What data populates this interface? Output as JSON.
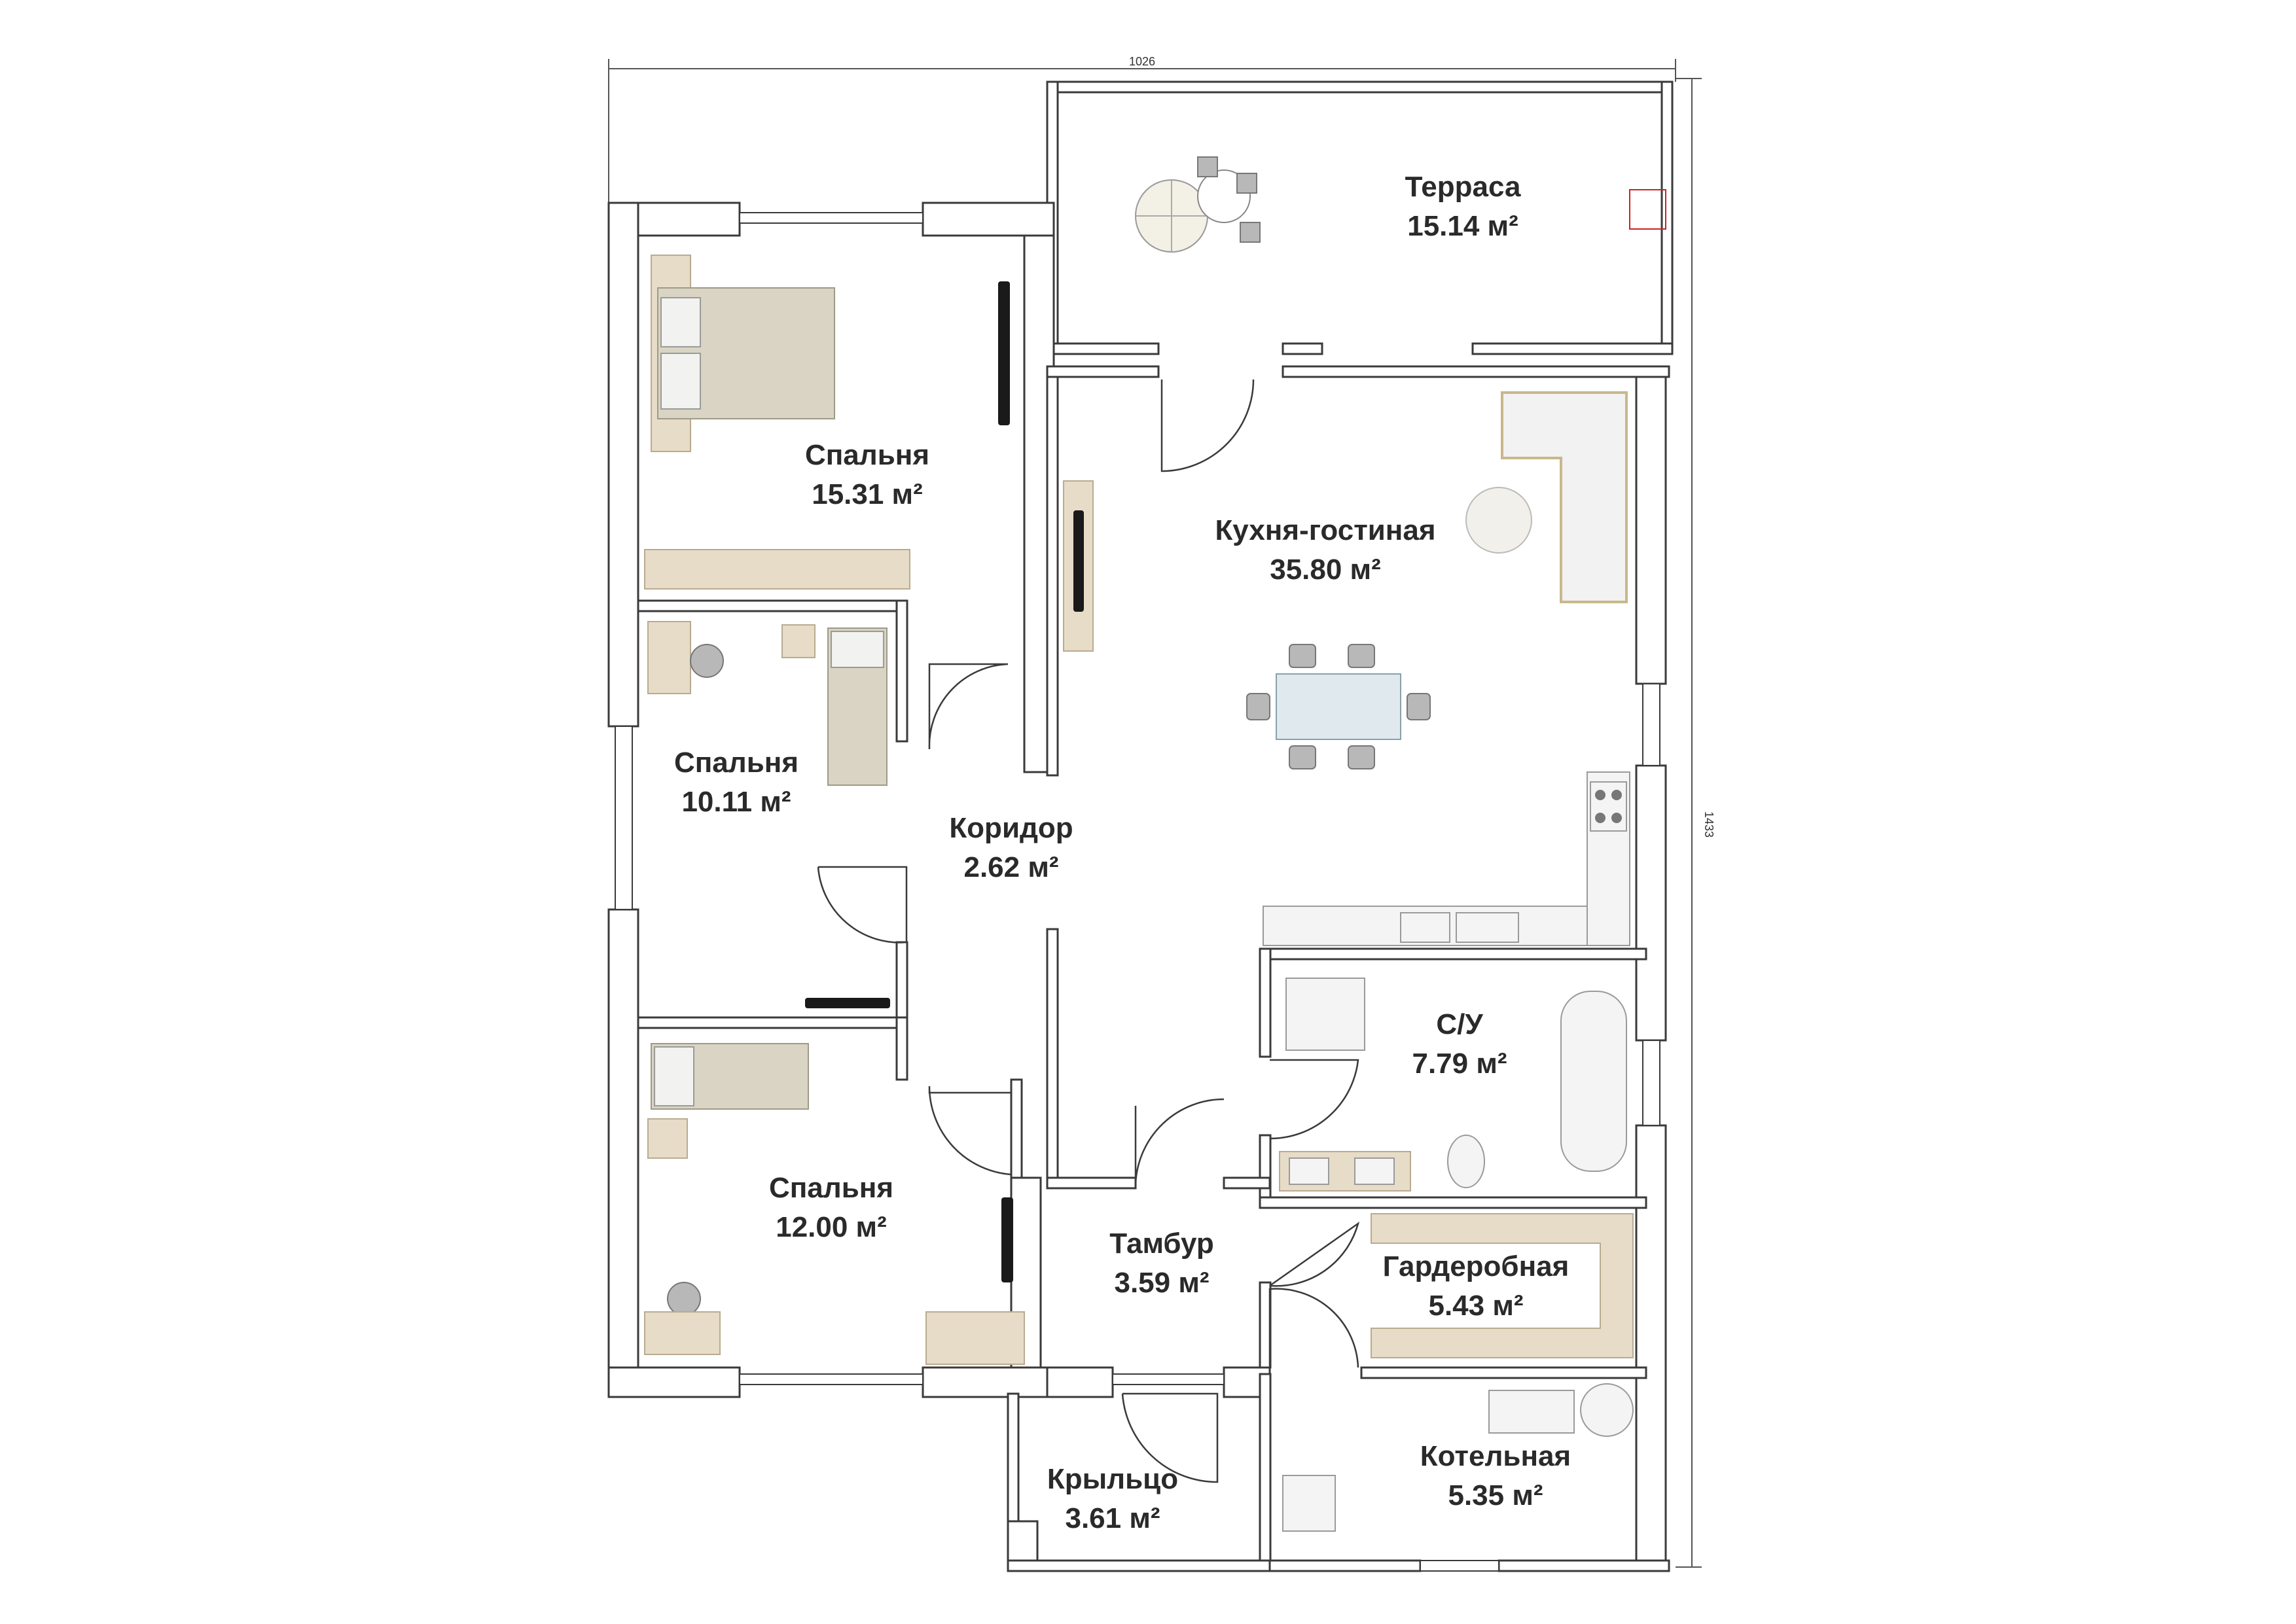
{
  "dimensions": {
    "width_label": "1026",
    "height_label": "1433"
  },
  "rooms": {
    "terrace": {
      "name": "Терраса",
      "area": "15.14 м²"
    },
    "bedroom_1": {
      "name": "Спальня",
      "area": "15.31 м²"
    },
    "kitchen_living": {
      "name": "Кухня-гостиная",
      "area": "35.80 м²"
    },
    "bedroom_2": {
      "name": "Спальня",
      "area": "10.11 м²"
    },
    "corridor": {
      "name": "Коридор",
      "area": "2.62 м²"
    },
    "bathroom": {
      "name": "С/У",
      "area": "7.79 м²"
    },
    "bedroom_3": {
      "name": "Спальня",
      "area": "12.00 м²"
    },
    "vestibule": {
      "name": "Тамбур",
      "area": "3.59 м²"
    },
    "wardrobe": {
      "name": "Гардеробная",
      "area": "5.43 м²"
    },
    "boiler_room": {
      "name": "Котельная",
      "area": "5.35 м²"
    },
    "porch": {
      "name": "Крыльцо",
      "area": "3.61 м²"
    }
  },
  "icons": [
    "bed-icon",
    "tv-icon",
    "sofa-icon",
    "dining-table-icon",
    "stove-icon",
    "sink-icon",
    "bathtub-icon",
    "toilet-icon",
    "shower-icon",
    "umbrella-icon",
    "boiler-icon",
    "door-icon",
    "window-icon"
  ]
}
